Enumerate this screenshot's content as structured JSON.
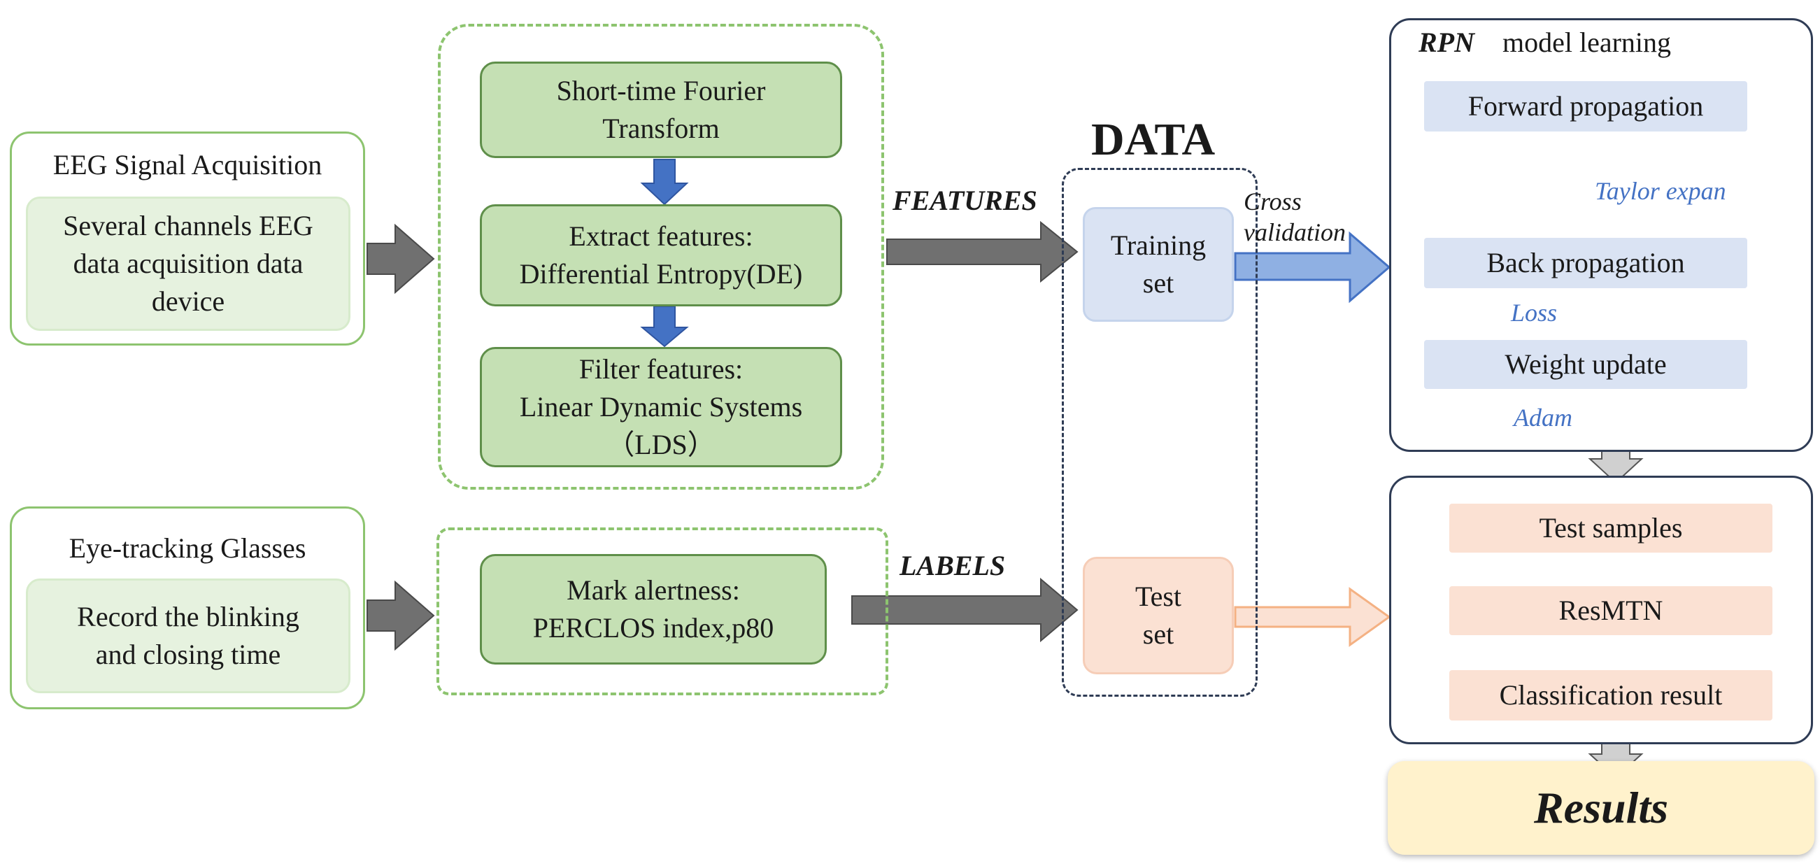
{
  "colors": {
    "green_border": "#8dc46f",
    "green_fill": "#c5e0b4",
    "light_green": "#e6f2df",
    "blue_fill": "#dae3f3",
    "blue_arrow": "#4472c4",
    "peach_fill": "#fbe1d3",
    "peach_arrow": "#f4b183",
    "results_fill": "#fff2cc",
    "gray_arrow": "#707070",
    "panel_border": "#2f3c55"
  },
  "eeg": {
    "title": "EEG Signal Acquisition",
    "desc_line1": "Several channels EEG",
    "desc_line2": "data acquisition data",
    "desc_line3": "device"
  },
  "eye": {
    "title": "Eye-tracking Glasses",
    "desc_line1": "Record the blinking",
    "desc_line2": "and closing time"
  },
  "processing": {
    "stft_line1": "Short-time Fourier",
    "stft_line2": "Transform",
    "extract_line1": "Extract features:",
    "extract_line2": "Differential Entropy(DE)",
    "filter_line1": "Filter features:",
    "filter_line2": "Linear Dynamic Systems",
    "filter_line3": "（LDS）",
    "mark_line1": "Mark alertness:",
    "mark_line2": "PERCLOS index,p80"
  },
  "data": {
    "title": "DATA",
    "features_label": "FEATURES",
    "labels_label": "LABELS",
    "training_line1": "Training",
    "training_line2": "set",
    "test_line1": "Test",
    "test_line2": "set",
    "cross_line1": "Cross",
    "cross_line2": "validation"
  },
  "rpn": {
    "title_bold": "RPN",
    "title_rest": "model learning",
    "forward": "Forward propagation",
    "taylor": "Taylor expan",
    "back": "Back propagation",
    "loss": "Loss",
    "weight": "Weight update",
    "adam": "Adam"
  },
  "test_panel": {
    "samples": "Test samples",
    "resmtn": "ResMTN",
    "classification": "Classification result"
  },
  "results": {
    "label": "Results"
  }
}
